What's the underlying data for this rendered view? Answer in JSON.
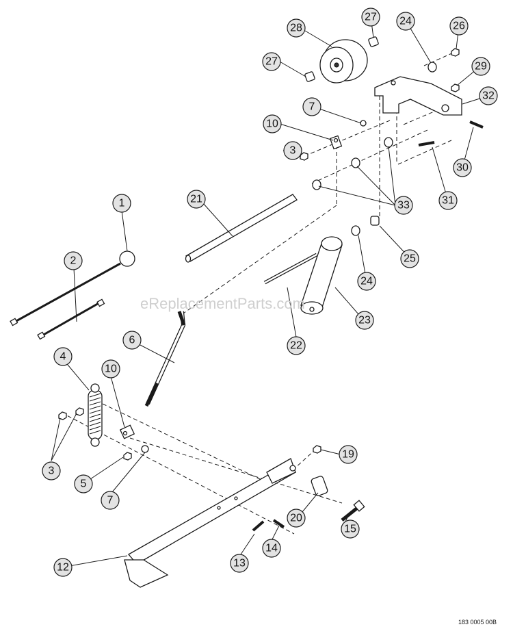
{
  "watermark": "eReplacementParts.com",
  "drawing_code": "183 0005 00B",
  "callouts": [
    "1",
    "2",
    "3",
    "3",
    "4",
    "5",
    "6",
    "7",
    "7",
    "10",
    "10",
    "12",
    "13",
    "14",
    "15",
    "19",
    "20",
    "21",
    "22",
    "23",
    "24",
    "24",
    "25",
    "26",
    "27",
    "27",
    "28",
    "29",
    "30",
    "31",
    "32",
    "33"
  ]
}
